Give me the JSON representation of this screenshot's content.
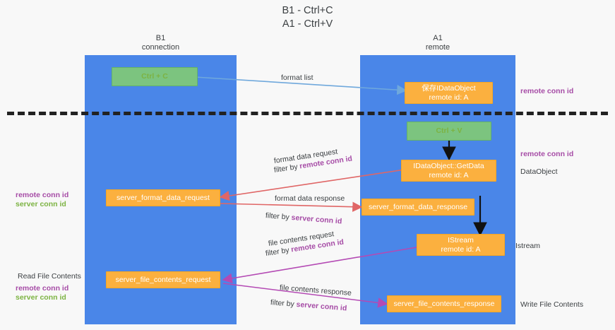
{
  "diagram": {
    "title_line1": "B1 - Ctrl+C",
    "title_line2": "A1 - Ctrl+V",
    "background_color": "#f8f8f8",
    "lane_color": "#4a86e8",
    "node_green_color": "#7cc47f",
    "node_orange_color": "#fbb03f",
    "accent_purple": "#a64ca6",
    "accent_green": "#7cb342",
    "arrow_blue": "#6fa8dc",
    "arrow_red": "#e06666",
    "arrow_magenta": "#b44ab4",
    "arrow_black": "#222222"
  },
  "lanes": [
    {
      "name": "B1",
      "sub": "connection"
    },
    {
      "name": "A1",
      "sub": "remote"
    }
  ],
  "nodes": {
    "ctrl_c": {
      "line1": "Ctrl + C",
      "line2": ""
    },
    "save_idataobject": {
      "line1": "保存IDataObject",
      "line2": "remote id: A"
    },
    "ctrl_v": {
      "line1": "Ctrl + V",
      "line2": ""
    },
    "getdata": {
      "line1": "IDataObject::GetData",
      "line2": "remote id: A"
    },
    "server_format_data_request": {
      "line1": "server_format_data_request",
      "line2": ""
    },
    "server_format_data_response": {
      "line1": "server_format_data_response",
      "line2": ""
    },
    "istream": {
      "line1": "IStream",
      "line2": "remote id: A"
    },
    "server_file_contents_request": {
      "line1": "server_file_contents_request",
      "line2": ""
    },
    "server_file_contents_response": {
      "line1": "server_file_contents_response",
      "line2": ""
    }
  },
  "edge_labels": {
    "format_list": "format list",
    "format_data_request": "format data request",
    "format_data_request_filter_prefix": "filter by ",
    "format_data_request_filter_key": "remote conn id",
    "format_data_response": "format data response",
    "format_data_response_filter_prefix": "filter by ",
    "format_data_response_filter_key": "server conn id",
    "file_contents_request": "file contents request",
    "file_contents_request_filter_prefix": "filter by ",
    "file_contents_request_filter_key": "remote conn id",
    "file_contents_response": "file contents response",
    "file_contents_response_filter_prefix": "filter by ",
    "file_contents_response_filter_key": "server conn id"
  },
  "annotations": {
    "left_mid_remote": "remote conn id",
    "left_mid_server": "server conn id",
    "left_read_file_contents": "Read File Contents",
    "left_bottom_remote": "remote conn id",
    "left_bottom_server": "server conn id",
    "right_top_remote": "remote conn id",
    "right_mid_remote": "remote conn id",
    "right_dataobject": "DataObject",
    "right_istream": "Istream",
    "right_write_file_contents": "Write File Contents"
  }
}
